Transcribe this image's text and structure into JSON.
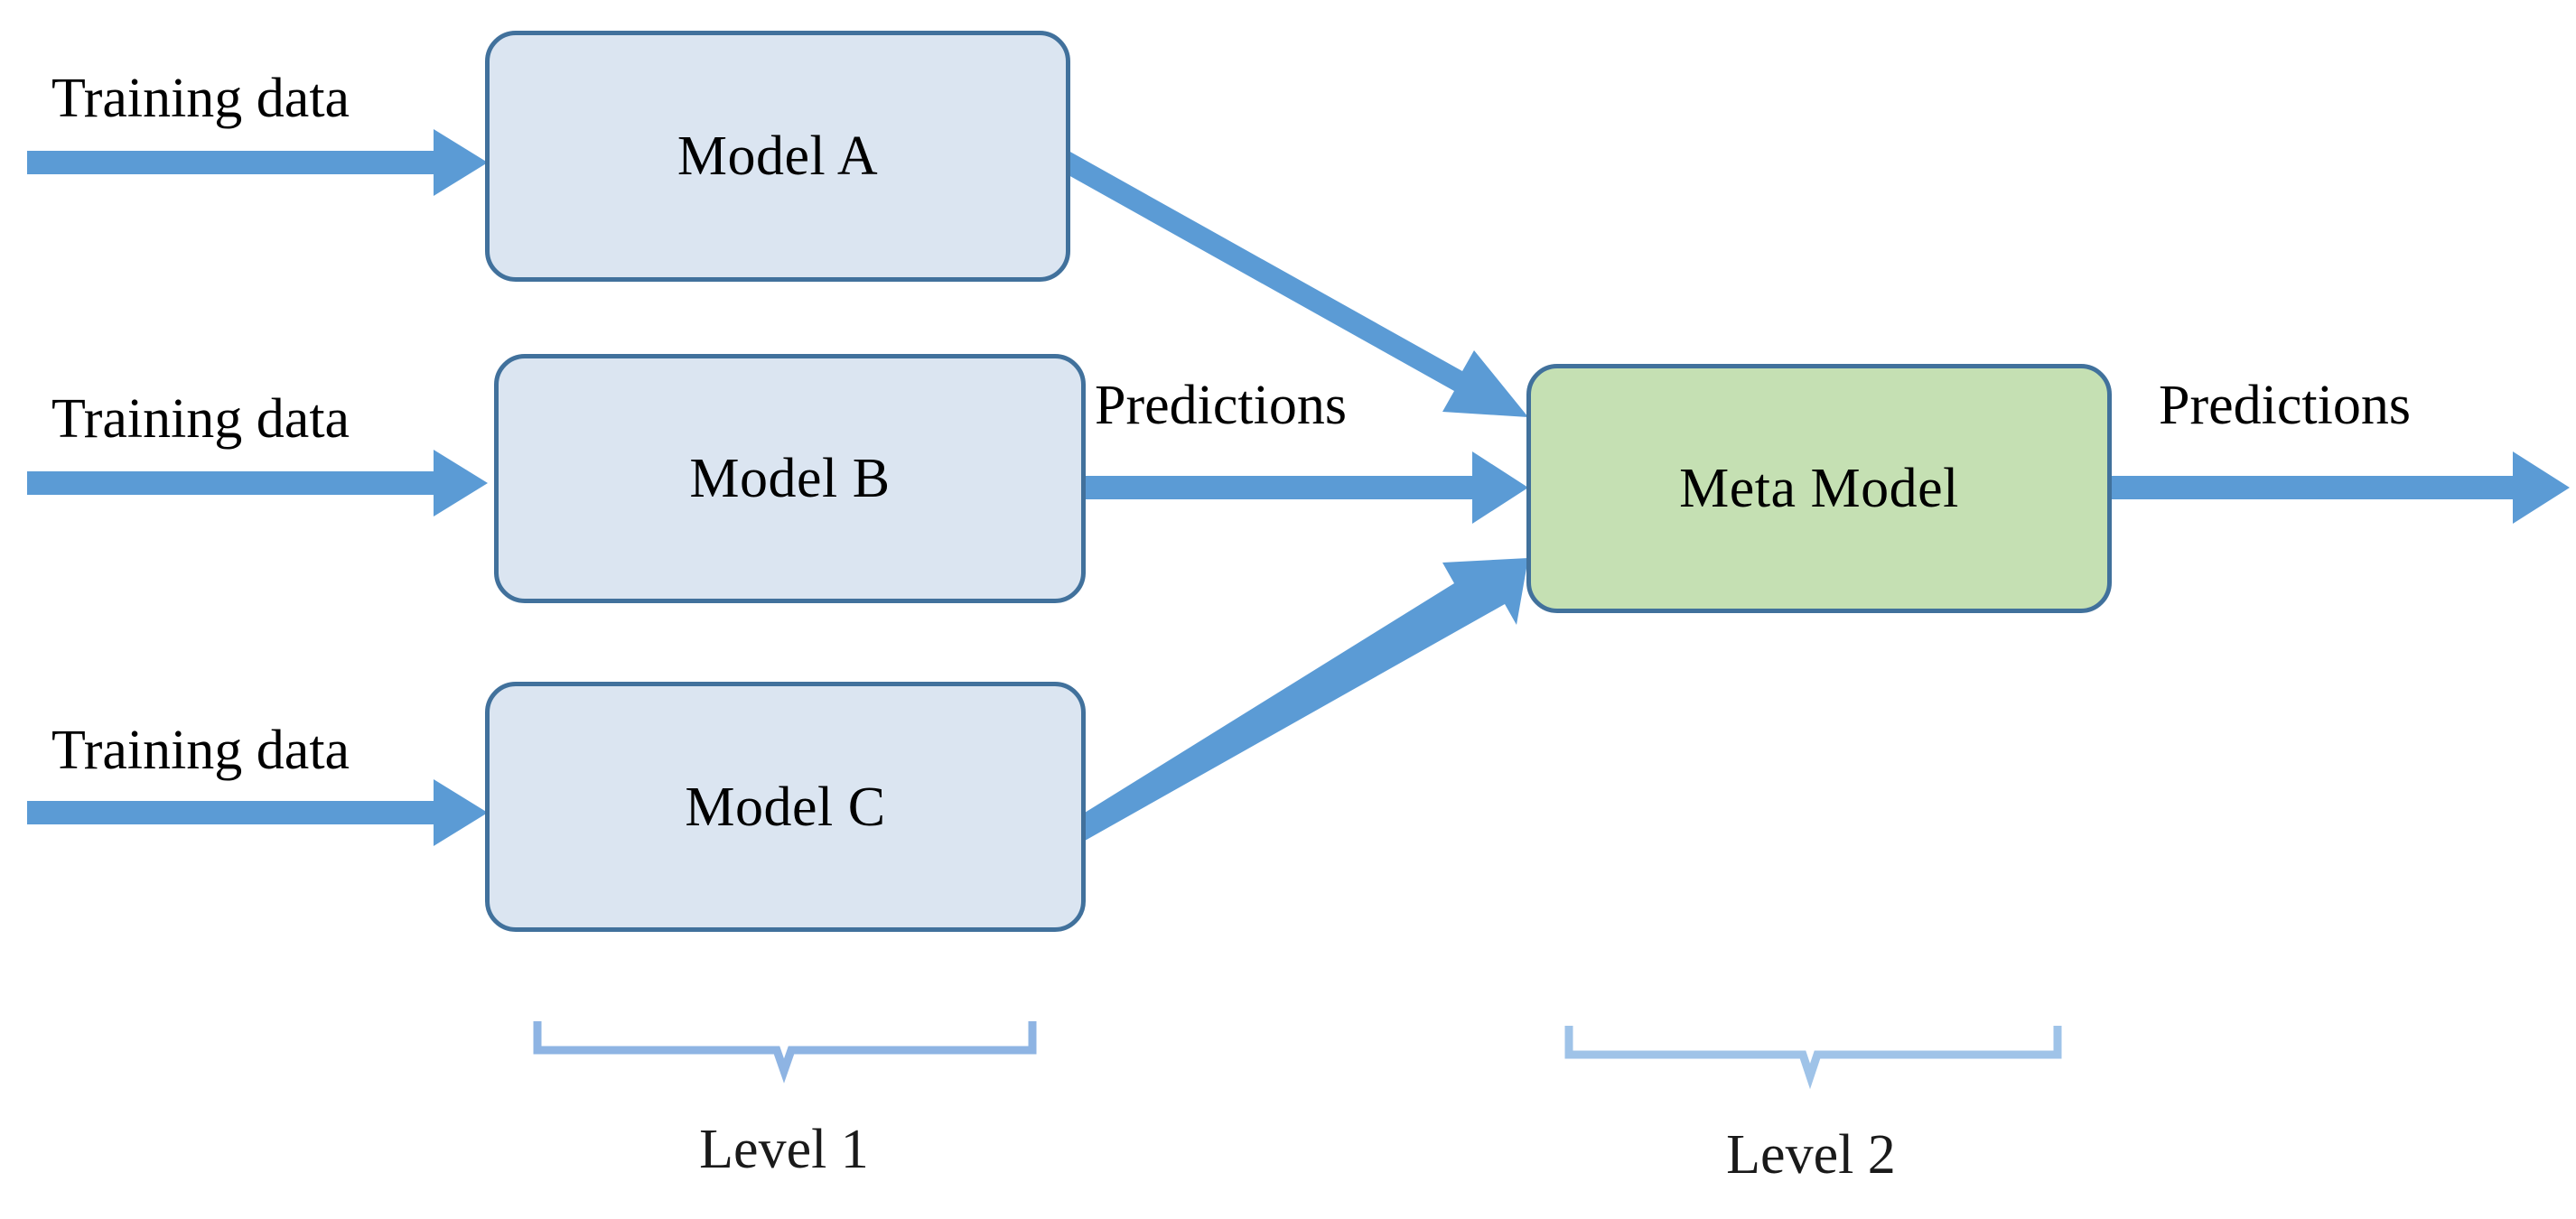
{
  "diagram": {
    "title": "Stacking ensemble (Level 1 base models feeding a Level 2 meta model)",
    "type": "flow-diagram",
    "colors": {
      "base_model_fill": "#dbe5f1",
      "base_model_border": "#41719c",
      "meta_model_fill": "#c5e0b3",
      "meta_model_border": "#41719c",
      "arrow": "#5b9bd5",
      "bracket": "#8eb4e3",
      "text": "#000000",
      "background": "#ffffff"
    },
    "nodes": [
      {
        "id": "model-a",
        "label": "Model A",
        "level": "Level 1",
        "fill": "#dbe5f1",
        "border": "#41719c"
      },
      {
        "id": "model-b",
        "label": "Model B",
        "level": "Level 1",
        "fill": "#dbe5f1",
        "border": "#41719c"
      },
      {
        "id": "model-c",
        "label": "Model C",
        "level": "Level 1",
        "fill": "#dbe5f1",
        "border": "#41719c"
      },
      {
        "id": "meta-model",
        "label": "Meta Model",
        "level": "Level 2",
        "fill": "#c5e0b3",
        "border": "#41719c"
      }
    ],
    "input_labels": [
      {
        "id": "input-a",
        "text": "Training data",
        "target": "model-a"
      },
      {
        "id": "input-b",
        "text": "Training data",
        "target": "model-b"
      },
      {
        "id": "input-c",
        "text": "Training data",
        "target": "model-c"
      }
    ],
    "edge_labels": [
      {
        "id": "predictions-in",
        "text": "Predictions"
      },
      {
        "id": "predictions-out",
        "text": "Predictions"
      }
    ],
    "groups": [
      {
        "id": "level-1",
        "label": "Level 1",
        "members": [
          "model-a",
          "model-b",
          "model-c"
        ]
      },
      {
        "id": "level-2",
        "label": "Level 2",
        "members": [
          "meta-model"
        ]
      }
    ],
    "edges": [
      {
        "from": "input-a",
        "to": "model-a",
        "style": "straight-arrow"
      },
      {
        "from": "input-b",
        "to": "model-b",
        "style": "straight-arrow"
      },
      {
        "from": "input-c",
        "to": "model-c",
        "style": "straight-arrow"
      },
      {
        "from": "model-a",
        "to": "meta-model",
        "style": "diagonal-arrow-down"
      },
      {
        "from": "model-b",
        "to": "meta-model",
        "style": "straight-arrow"
      },
      {
        "from": "model-c",
        "to": "meta-model",
        "style": "diagonal-arrow-up"
      },
      {
        "from": "meta-model",
        "to": "output",
        "style": "straight-arrow"
      }
    ]
  }
}
